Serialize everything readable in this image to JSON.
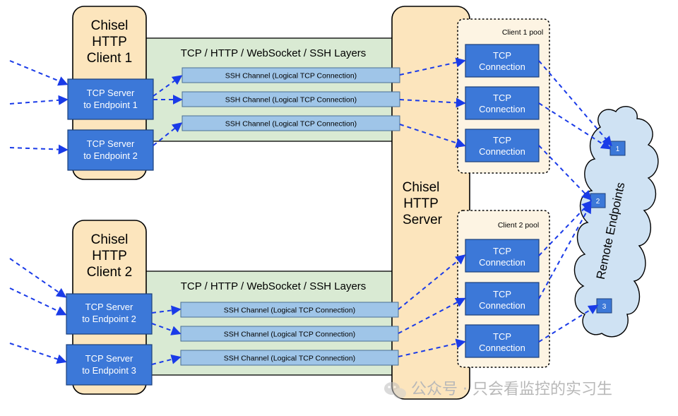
{
  "clients": [
    {
      "title_lines": [
        "Chisel",
        "HTTP",
        "Client 1"
      ]
    },
    {
      "title_lines": [
        "Chisel",
        "HTTP",
        "Client 2"
      ]
    }
  ],
  "tcp_servers": [
    {
      "lines": [
        "TCP Server",
        "to Endpoint 1"
      ]
    },
    {
      "lines": [
        "TCP Server",
        "to Endpoint 2"
      ]
    },
    {
      "lines": [
        "TCP Server",
        "to Endpoint 2"
      ]
    },
    {
      "lines": [
        "TCP Server",
        "to Endpoint 3"
      ]
    }
  ],
  "layers": {
    "label": "TCP / HTTP / WebSocket / SSH Layers"
  },
  "ssh_channel_label": "SSH Channel (Logical TCP Connection)",
  "server": {
    "title_lines": [
      "Chisel",
      "HTTP",
      "Server"
    ]
  },
  "pools": [
    {
      "label": "Client 1 pool"
    },
    {
      "label": "Client 2 pool"
    }
  ],
  "tcp_connection_lines": [
    "TCP",
    "Connection"
  ],
  "remote": {
    "label": "Remote Endpoints",
    "endpoints": [
      "1",
      "2",
      "3"
    ]
  },
  "watermark": {
    "icon": "wechat-icon",
    "text": "公众号 · 只会看监控的实习生"
  },
  "colors": {
    "arrow": "#1a3be8",
    "tcp_box": "#3c78d8",
    "ssh_box": "#9fc5e8",
    "client_fill": "#fce5bd",
    "layer_fill": "#d9ead3",
    "cloud_fill": "#cfe2f3"
  }
}
